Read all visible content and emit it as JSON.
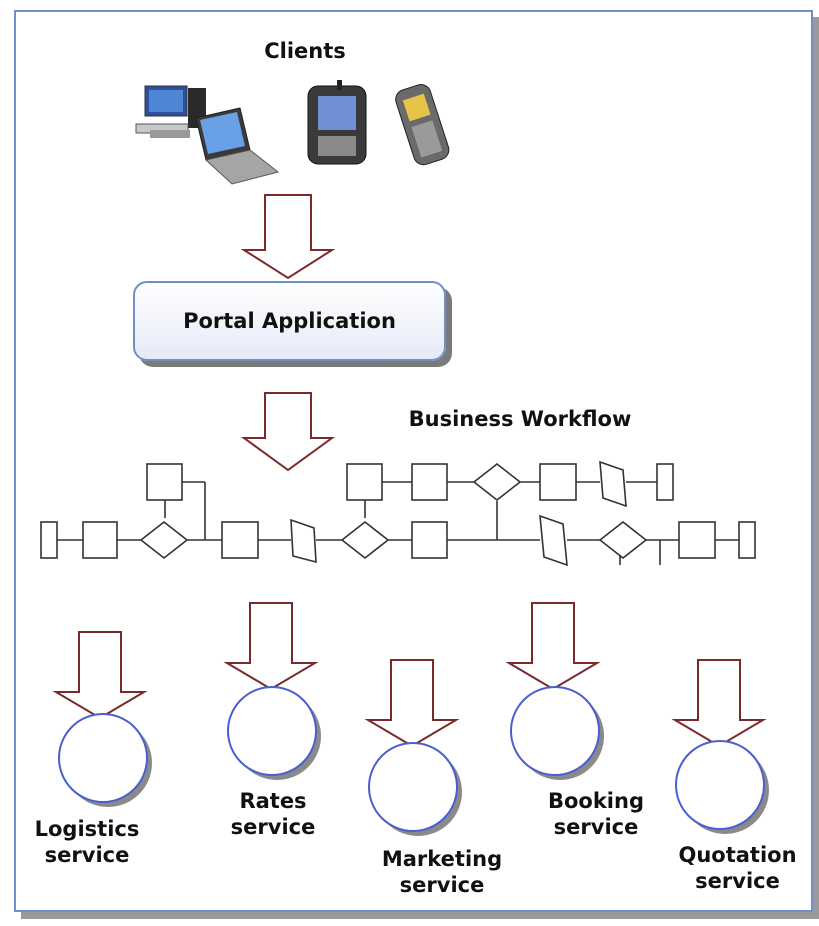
{
  "clients": {
    "title": "Clients",
    "devices": [
      "desktop-computer-icon",
      "laptop-icon",
      "pda-icon",
      "mobile-phone-icon"
    ]
  },
  "portal": {
    "label": "Portal Application"
  },
  "workflow": {
    "title": "Business Workflow"
  },
  "services": [
    {
      "name": "Logistics",
      "suffix": "service"
    },
    {
      "name": "Rates",
      "suffix": "service"
    },
    {
      "name": "Marketing",
      "suffix": "service"
    },
    {
      "name": "Booking",
      "suffix": "service"
    },
    {
      "name": "Quotation",
      "suffix": "service"
    }
  ],
  "colors": {
    "frame": "#6f8fc9",
    "arrow": "#7a2a2a",
    "circle": "#4a5fd0",
    "shape_stroke": "#333333"
  }
}
